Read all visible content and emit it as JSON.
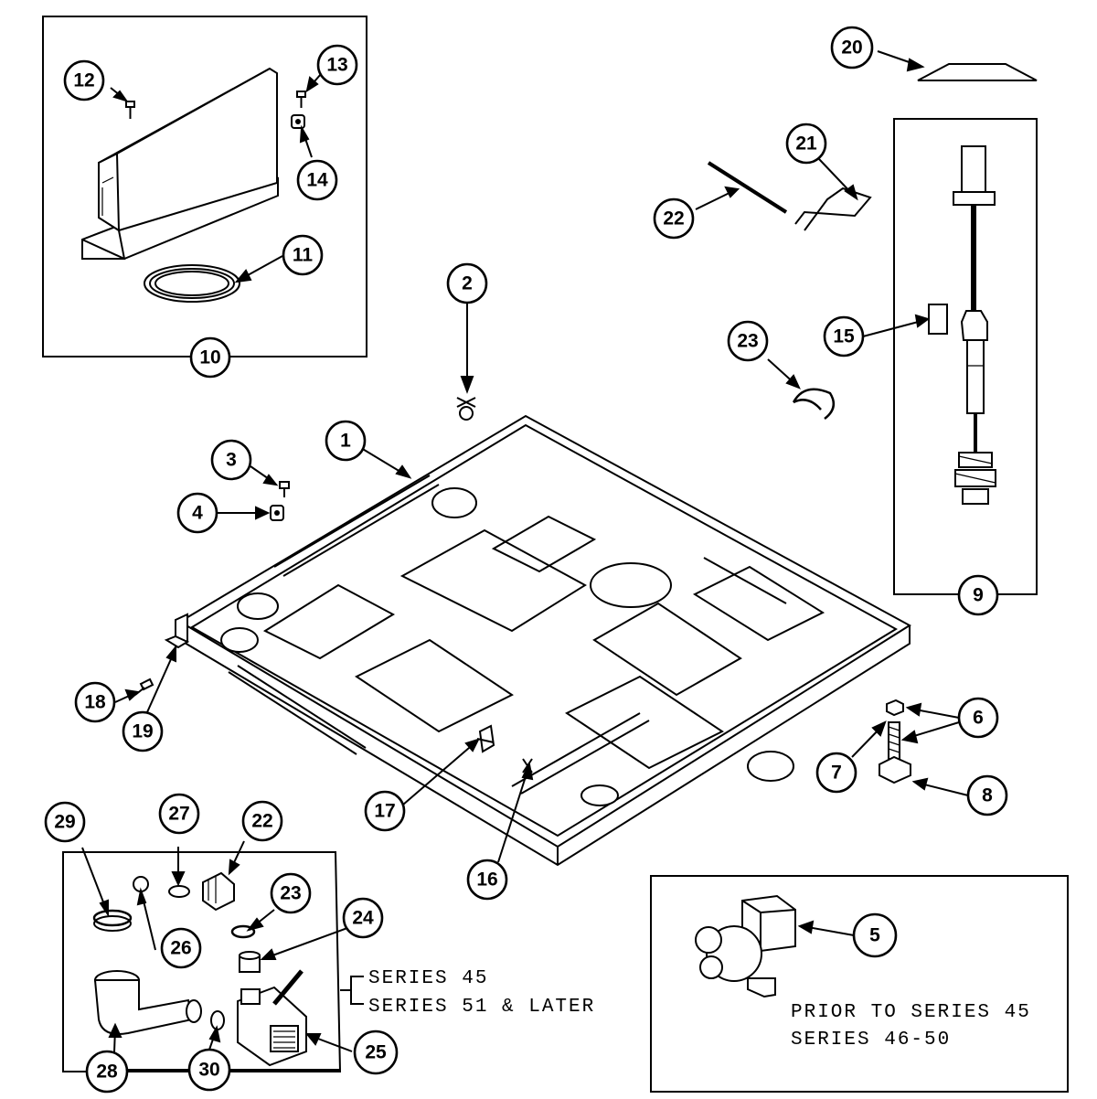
{
  "callouts": {
    "c1": "1",
    "c2": "2",
    "c3": "3",
    "c4": "4",
    "c5": "5",
    "c6": "6",
    "c7": "7",
    "c8": "8",
    "c9": "9",
    "c10": "10",
    "c11": "11",
    "c12": "12",
    "c13": "13",
    "c14": "14",
    "c15": "15",
    "c16": "16",
    "c17": "17",
    "c18": "18",
    "c19": "19",
    "c20": "20",
    "c21": "21",
    "c22a": "22",
    "c22b": "22",
    "c23a": "23",
    "c23b": "23",
    "c24": "24",
    "c25": "25",
    "c26": "26",
    "c27": "27",
    "c28": "28",
    "c29": "29",
    "c30": "30"
  },
  "series_notes": {
    "series45": "SERIES 45",
    "series51": "SERIES 51 & LATER",
    "prior45": "PRIOR TO SERIES 45",
    "series4650": "SERIES 46-50"
  }
}
